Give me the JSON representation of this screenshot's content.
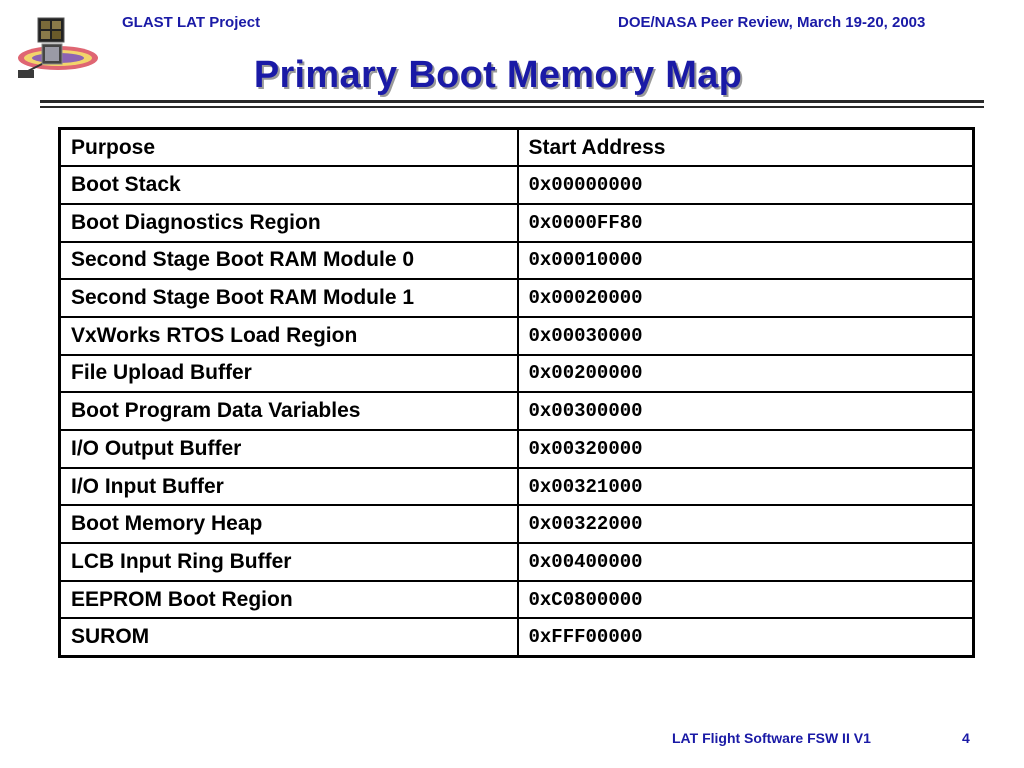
{
  "header": {
    "left": "GLAST LAT Project",
    "right": "DOE/NASA Peer Review, March 19-20, 2003"
  },
  "title": "Primary Boot Memory Map",
  "table": {
    "columns": [
      "Purpose",
      "Start Address"
    ],
    "rows": [
      [
        "Boot Stack",
        "0x00000000"
      ],
      [
        "Boot Diagnostics Region",
        "0x0000FF80"
      ],
      [
        "Second Stage Boot RAM Module 0",
        "0x00010000"
      ],
      [
        "Second Stage Boot RAM Module 1",
        "0x00020000"
      ],
      [
        "VxWorks RTOS Load Region",
        "0x00030000"
      ],
      [
        "File Upload Buffer",
        "0x00200000"
      ],
      [
        "Boot Program Data Variables",
        "0x00300000"
      ],
      [
        "I/O Output Buffer",
        "0x00320000"
      ],
      [
        "I/O Input Buffer",
        "0x00321000"
      ],
      [
        "Boot Memory Heap",
        "0x00322000"
      ],
      [
        "LCB Input Ring Buffer",
        "0x00400000"
      ],
      [
        "EEPROM Boot Region",
        "0xC0800000"
      ],
      [
        "SUROM",
        "0xFFF00000"
      ]
    ]
  },
  "footer": {
    "left": "LAT Flight Software FSW II V1",
    "page": "4"
  },
  "colors": {
    "accent": "#1a1aa6",
    "rule": "#2a2a2a"
  },
  "icons": {
    "logo": "glast-satellite-logo"
  }
}
